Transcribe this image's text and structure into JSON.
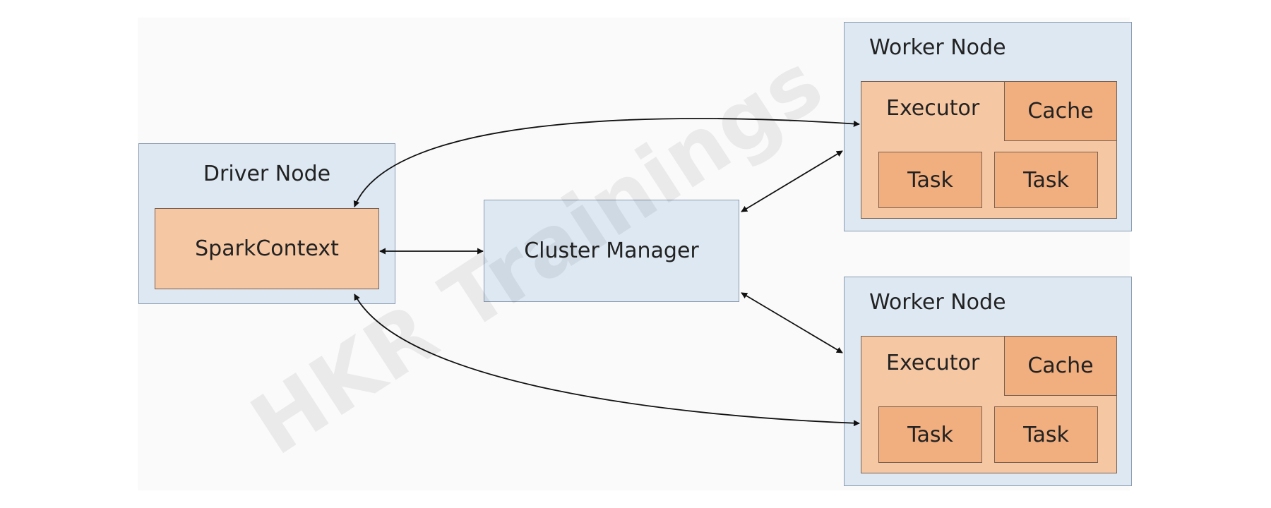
{
  "driver": {
    "title": "Driver Node",
    "context": "SparkContext"
  },
  "cluster_manager": {
    "label": "Cluster Manager"
  },
  "workers": [
    {
      "title": "Worker Node",
      "executor": "Executor",
      "cache": "Cache",
      "tasks": [
        "Task",
        "Task"
      ]
    },
    {
      "title": "Worker Node",
      "executor": "Executor",
      "cache": "Cache",
      "tasks": [
        "Task",
        "Task"
      ]
    }
  ],
  "watermark": "HKR Trainings",
  "colors": {
    "node_fill": "#dde8f3",
    "node_border": "#8a9bb0",
    "executor_fill": "#f6c7a3",
    "task_fill": "#f1ae7f",
    "arrow": "#111111"
  }
}
